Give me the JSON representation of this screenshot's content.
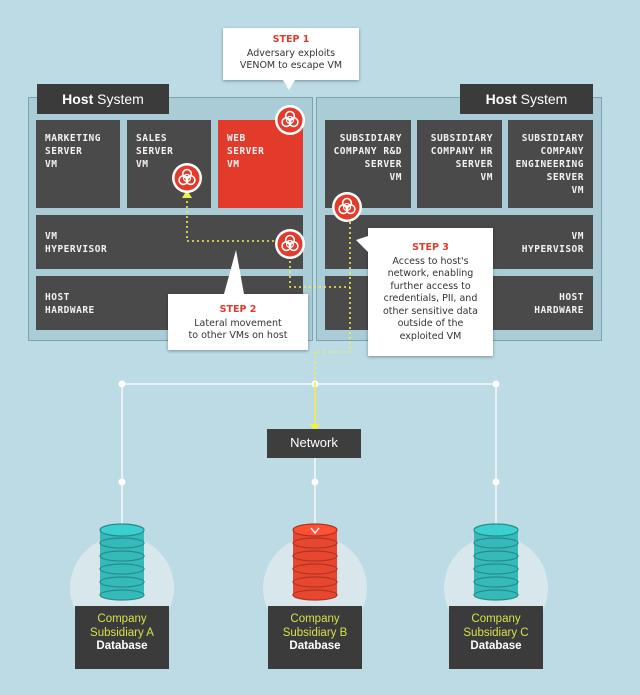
{
  "hosts": {
    "left": {
      "title_bold": "Host",
      "title_rest": " System"
    },
    "right": {
      "title_bold": "Host",
      "title_rest": " System"
    }
  },
  "left_vms": [
    {
      "lines": [
        "MARKETING",
        "SERVER",
        "VM"
      ]
    },
    {
      "lines": [
        "SALES",
        "SERVER",
        "VM"
      ]
    },
    {
      "lines": [
        "WEB",
        "SERVER",
        "VM"
      ],
      "compromised": true
    }
  ],
  "right_vms": [
    {
      "lines": [
        "SUBSIDIARY",
        "COMPANY R&D",
        "SERVER",
        "VM"
      ]
    },
    {
      "lines": [
        "SUBSIDIARY",
        "COMPANY HR",
        "SERVER",
        "VM"
      ]
    },
    {
      "lines": [
        "SUBSIDIARY",
        "COMPANY",
        "ENGINEERING",
        "SERVER",
        "VM"
      ]
    }
  ],
  "left_hypervisor": [
    "VM",
    "HYPERVISOR"
  ],
  "left_hardware": [
    "HOST",
    "HARDWARE"
  ],
  "right_hypervisor": [
    "VM",
    "HYPERVISOR"
  ],
  "right_hardware": [
    "HOST",
    "HARDWARE"
  ],
  "steps": {
    "step1": {
      "title": "STEP 1",
      "lines": [
        "Adversary exploits",
        "VENOM to escape VM"
      ]
    },
    "step2": {
      "title": "STEP 2",
      "lines": [
        "Lateral movement",
        "to other VMs on host"
      ]
    },
    "step3": {
      "title": "STEP 3",
      "lines": [
        "Access to host's",
        "network, enabling",
        "further access to",
        "credentials, PII, and",
        "other sensitive data",
        "outside of the",
        "exploited VM"
      ]
    }
  },
  "network_label": "Network",
  "databases": [
    {
      "name_lines": [
        "Company",
        "Subsidiary A"
      ],
      "db": "Database",
      "color": "#35b9b9",
      "compromised": false
    },
    {
      "name_lines": [
        "Company",
        "Subsidiary B"
      ],
      "db": "Database",
      "color": "#e8472f",
      "compromised": true
    },
    {
      "name_lines": [
        "Company",
        "Subsidiary C"
      ],
      "db": "Database",
      "color": "#35b9b9",
      "compromised": false
    }
  ],
  "colors": {
    "alert_red": "#e23a2b",
    "path_yellow": "#f1ef4d",
    "block_dark": "#4a4a4a",
    "label_yellow": "#d4e24a"
  },
  "icons": [
    "biohazard-icon",
    "biohazard-icon",
    "biohazard-icon",
    "biohazard-icon",
    "database-icon"
  ]
}
